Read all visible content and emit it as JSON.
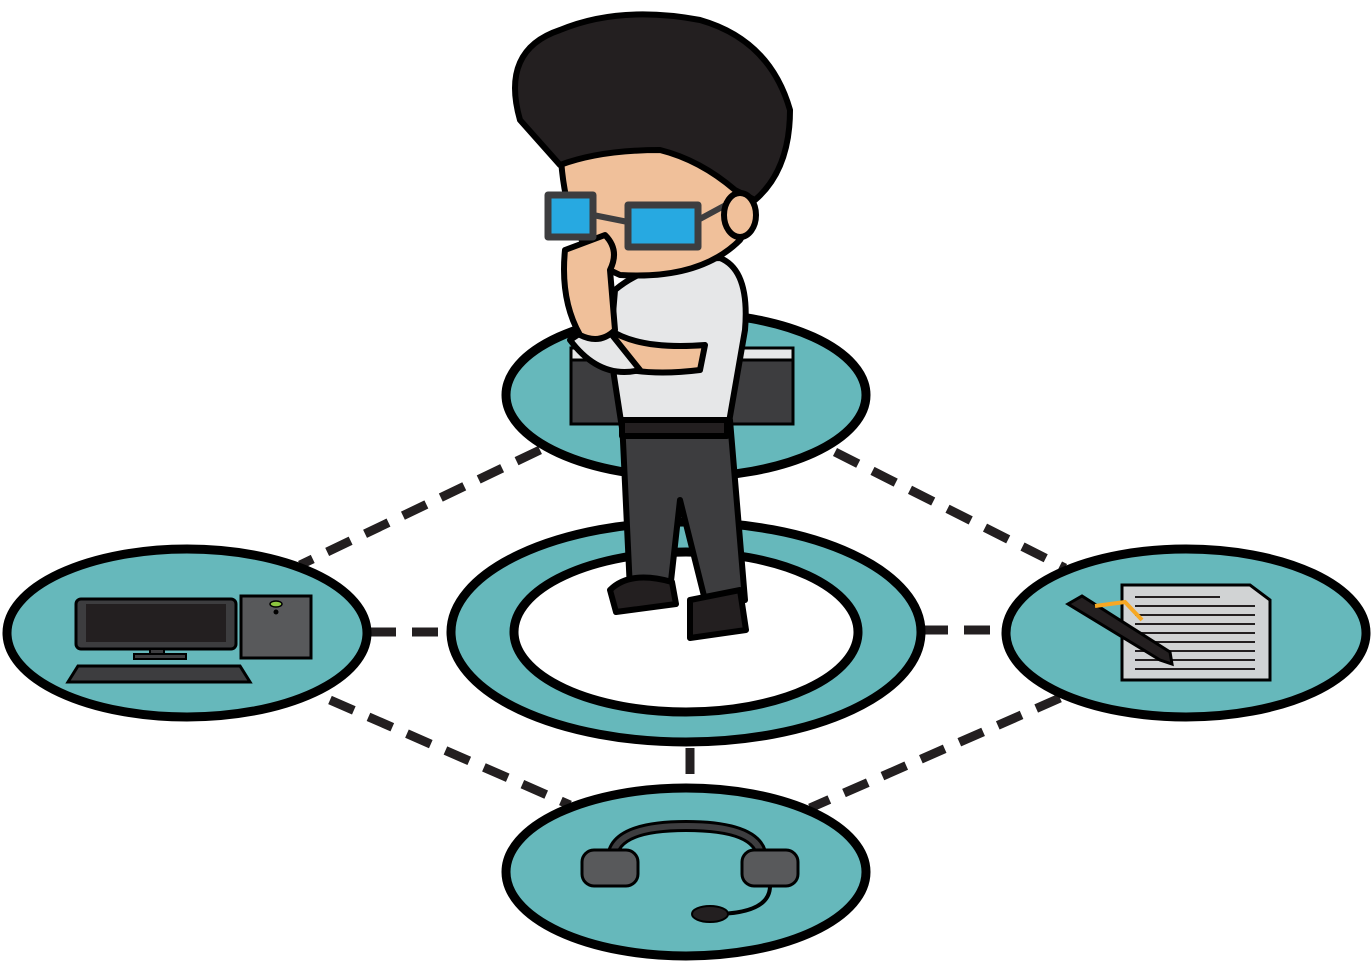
{
  "colors": {
    "teal": "#66b8bb",
    "outline": "#000000",
    "dark": "#231f20",
    "skin": "#f0c09a",
    "shirt": "#e6e7e8",
    "pants": "#3d3d3f",
    "lens": "#27a9e1",
    "pencil_accent": "#f7a823",
    "background": "#ffffff"
  },
  "nodes": [
    {
      "id": "top",
      "icon": "application-window-icon"
    },
    {
      "id": "left",
      "icon": "desktop-computer-icon"
    },
    {
      "id": "right",
      "icon": "document-pen-icon"
    },
    {
      "id": "bottom",
      "icon": "headset-icon"
    },
    {
      "id": "center",
      "icon": "thinking-man-figure"
    }
  ]
}
